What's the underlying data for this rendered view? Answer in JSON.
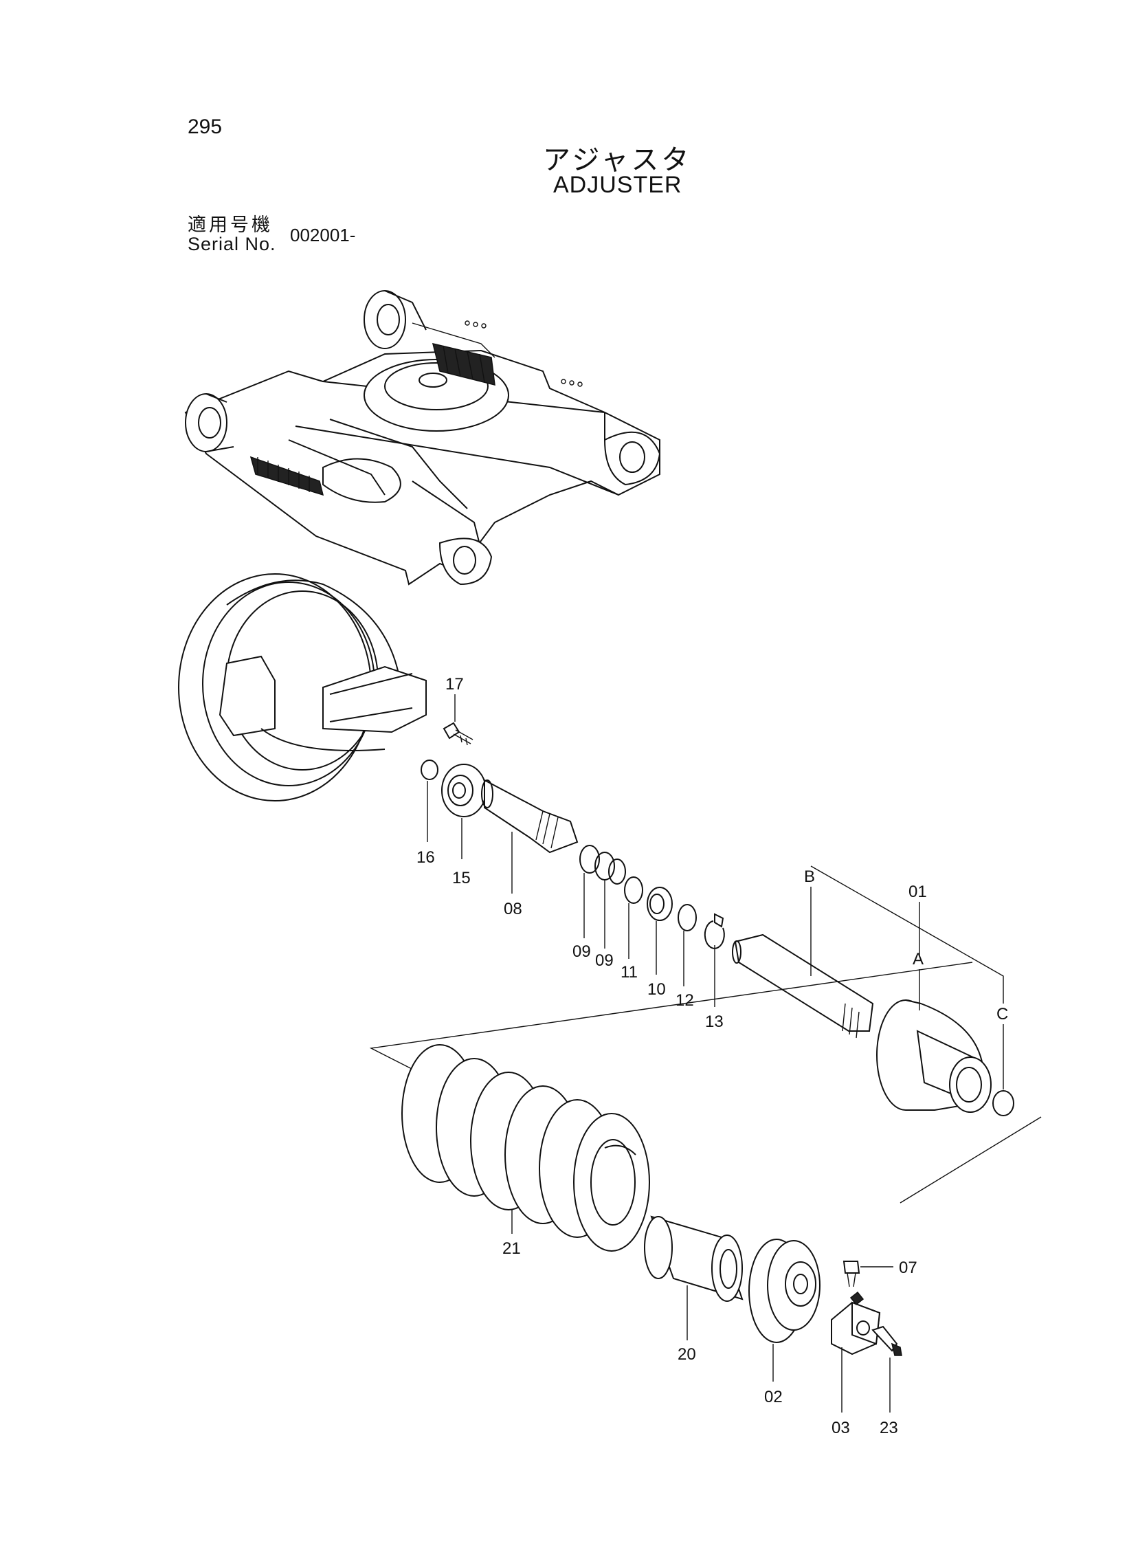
{
  "header": {
    "page_number": "295",
    "title_jp": "アジャスタ",
    "title_en": "ADJUSTER",
    "serial_label_jp": "適用号機",
    "serial_label_en": "Serial No.",
    "serial_value": "002001-"
  },
  "callouts": {
    "p01": "01",
    "pA": "A",
    "pB": "B",
    "pC": "C",
    "p02": "02",
    "p03": "03",
    "p07": "07",
    "p08": "08",
    "p09a": "09",
    "p09b": "09",
    "p10": "10",
    "p11": "11",
    "p12": "12",
    "p13": "13",
    "p15": "15",
    "p16": "16",
    "p17": "17",
    "p20": "20",
    "p21": "21",
    "p23": "23"
  }
}
